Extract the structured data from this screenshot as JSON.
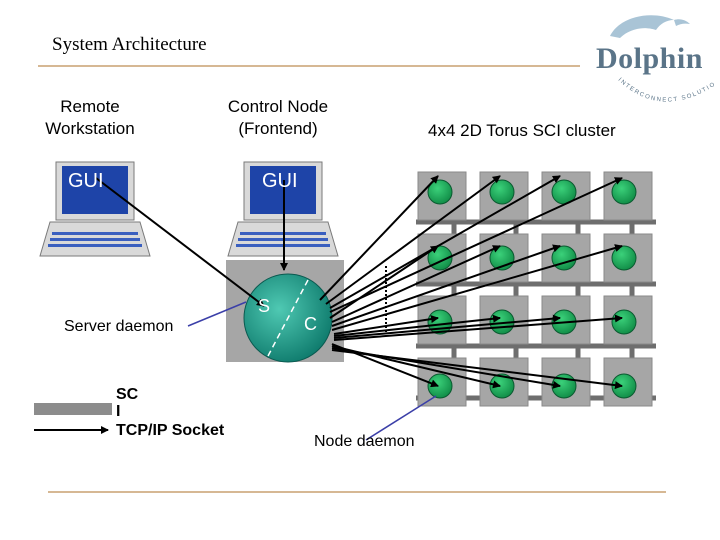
{
  "slide": {
    "title": "System Architecture",
    "logo_text": "Dolphin",
    "logo_tagline": "INTERCONNECT SOLUTIONS"
  },
  "labels": {
    "remote_workstation": [
      "Remote",
      "Workstation"
    ],
    "control_node": [
      "Control Node",
      "(Frontend)"
    ],
    "cluster": "4x4 2D Torus SCI cluster",
    "server_daemon": "Server daemon",
    "node_daemon": "Node daemon"
  },
  "screens": {
    "remote_gui": "GUI",
    "frontend_gui": "GUI"
  },
  "server_sphere": {
    "server_part": "S",
    "client_part": "C"
  },
  "legend": {
    "sci_label_line1": "SC",
    "sci_label_line2": "I",
    "tcp_label": "TCP/IP Socket"
  },
  "colors": {
    "node_green": "#17a957",
    "tile_gray": "#a6a6a6",
    "screen_blue": "#1e44a8",
    "sphere_teal": "#1a9a8a",
    "rule_orange": "#c9a070"
  }
}
